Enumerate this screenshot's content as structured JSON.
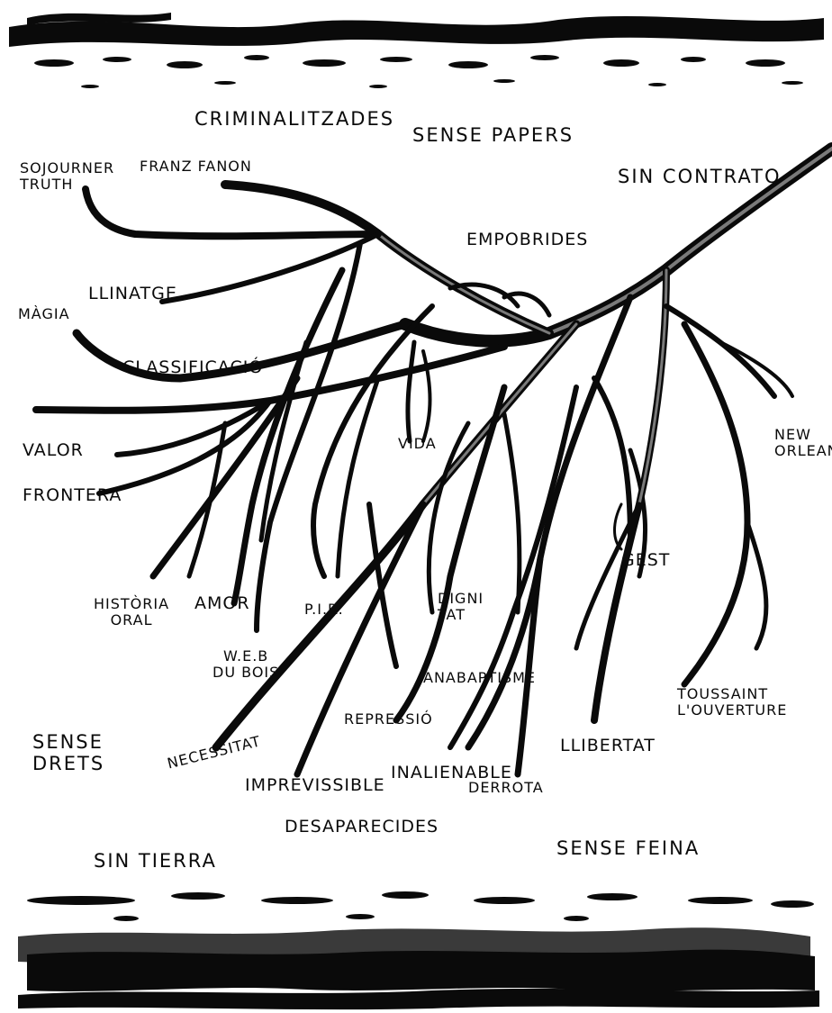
{
  "palette": {
    "ink": "#0a0a0a",
    "paper": "#ffffff",
    "wash": "#7a7a7a"
  },
  "words": {
    "criminalitzades": "CRIMINALITZADES",
    "sense_papers": "SENSE PAPERS",
    "sojourner": [
      "SOJOURNER",
      "TRUTH"
    ],
    "franz_fanon": "FRANZ FANON",
    "sin_contrato": "SIN CONTRATO",
    "empobrides": "EMPOBRIDES",
    "llinatge": "LLINATGE",
    "magia": "MÀGIA",
    "classificacio": "CLASSIFICACIÓ",
    "vida": "VIDA",
    "new_orleans": [
      "NEW",
      "ORLEANS"
    ],
    "valor": "VALOR",
    "frontera": "FRONTERA",
    "gest": "GEST",
    "historia_oral": [
      "HISTÒRIA",
      "ORAL"
    ],
    "amor": "AMOR",
    "pir": "P.I.R.",
    "dignitat": [
      "DIGNI",
      "TAT"
    ],
    "web_dubois": [
      "W.E.B",
      "DU BOIS"
    ],
    "anabaptisme": "ANABAPTISME",
    "toussaint": [
      "TOUSSAINT",
      "L'OUVERTURE"
    ],
    "repressio": "REPRESSIÓ",
    "sense_drets": [
      "SENSE",
      "DRETS"
    ],
    "necessitat": "NECESSITAT",
    "llibertat": "LLIBERTAT",
    "imprevissible": "IMPREVISSIBLE",
    "inalienable": "INALIENABLE",
    "derrota": "DERROTA",
    "desaparecides": "DESAPARECIDES",
    "sense_feina": "SENSE FEINA",
    "sin_tierra": "SIN TIERRA"
  }
}
